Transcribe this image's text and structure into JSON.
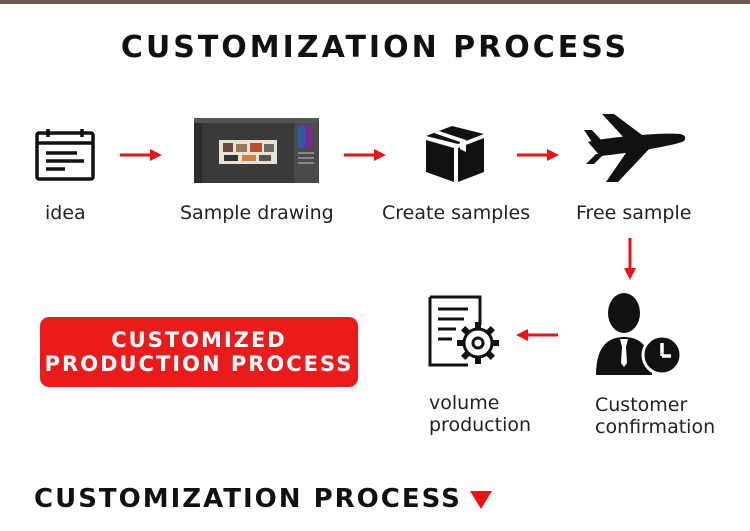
{
  "title": "CUSTOMIZATION PROCESS",
  "steps": [
    {
      "label": "idea",
      "icon": "calendar-note-icon"
    },
    {
      "label": "Sample drawing",
      "icon": "photoshop-screenshot"
    },
    {
      "label": "Create samples",
      "icon": "box-icon"
    },
    {
      "label": "Free sample",
      "icon": "airplane-icon"
    },
    {
      "label_line1": "Customer",
      "label_line2": "confirmation",
      "icon": "person-clock-icon"
    },
    {
      "label_line1": "volume",
      "label_line2": "production",
      "icon": "document-gear-icon"
    }
  ],
  "cta": {
    "line1": "CUSTOMIZED",
    "line2": "PRODUCTION PROCESS"
  },
  "bottom_title": "CUSTOMIZATION PROCESS",
  "colors": {
    "accent": "#ec1b1b",
    "dark": "#111111"
  }
}
